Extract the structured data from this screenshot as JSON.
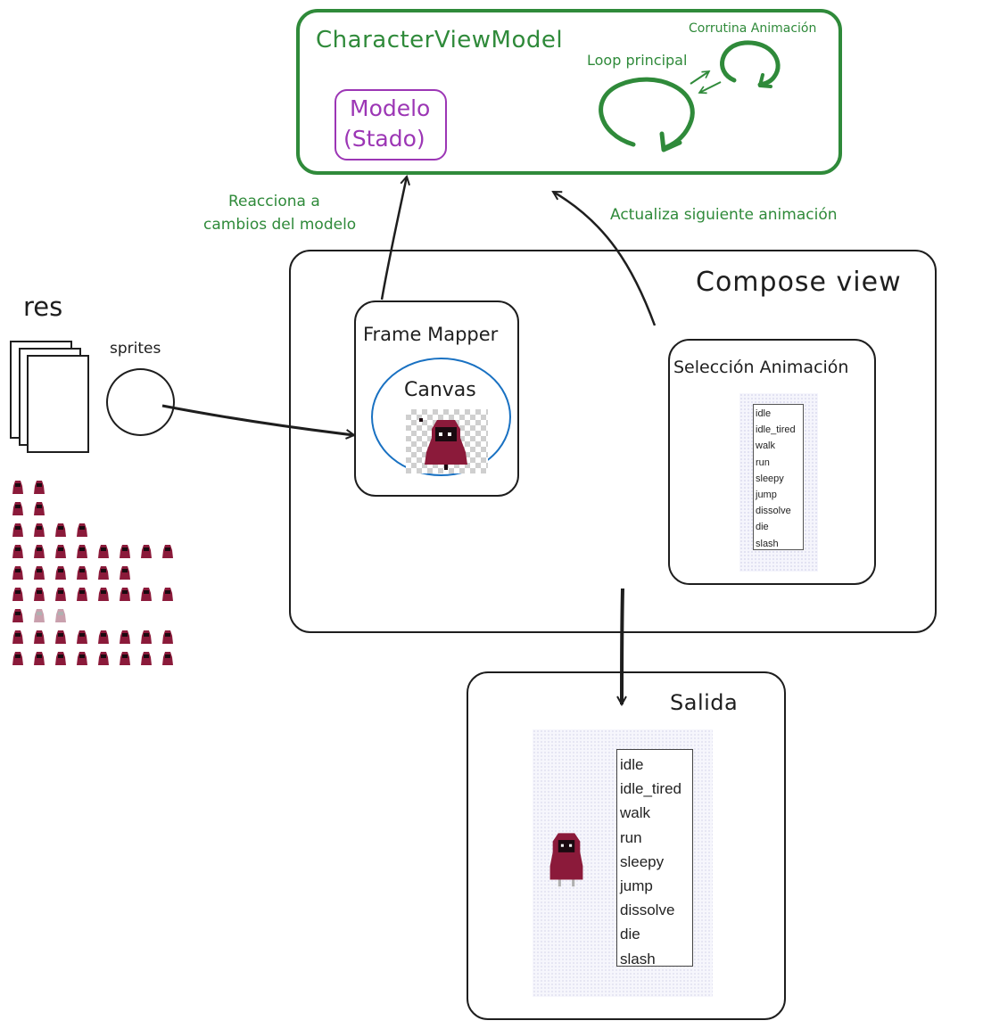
{
  "view_model": {
    "title": "CharacterViewModel",
    "model_line1": "Modelo",
    "model_line2": "(Stado)",
    "loop_label": "Loop principal",
    "coroutine_label": "Corrutina Animación",
    "colors": {
      "view_model": "#2f8a3a",
      "model": "#9c36b5"
    }
  },
  "annotations": {
    "react_line1": "Reacciona a",
    "react_line2": "cambios del modelo",
    "update_label": "Actualiza siguiente animación"
  },
  "compose_view": {
    "title": "Compose view",
    "frame_mapper": {
      "title": "Frame Mapper",
      "canvas_label": "Canvas",
      "canvas_color": "#1971c2"
    },
    "animation_selection": {
      "title": "Selección Animación",
      "items": [
        "idle",
        "idle_tired",
        "walk",
        "run",
        "sleepy",
        "jump",
        "dissolve",
        "die",
        "slash"
      ]
    }
  },
  "resources": {
    "title": "res",
    "sprites_label": "sprites",
    "sprite_color": "#8b1a3a"
  },
  "output": {
    "title": "Salida",
    "items": [
      "idle",
      "idle_tired",
      "walk",
      "run",
      "sleepy",
      "jump",
      "dissolve",
      "die",
      "slash"
    ]
  }
}
